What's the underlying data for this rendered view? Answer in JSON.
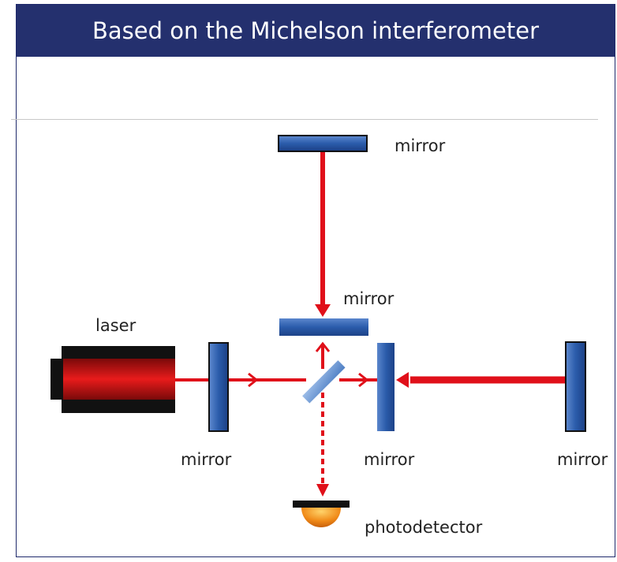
{
  "title": "Based on the Michelson interferometer",
  "labels": {
    "mirror_top": "mirror",
    "mirror_center": "mirror",
    "laser": "laser",
    "mirror_left": "mirror",
    "mirror_right_inner": "mirror",
    "mirror_right_outer": "mirror",
    "photodetector": "photodetector"
  },
  "colors": {
    "title_bg": "#24306e",
    "beam": "#e0101a",
    "mirror_fill": "#2b5cab",
    "laser_body": "#111111",
    "detector": "#f08a18"
  }
}
